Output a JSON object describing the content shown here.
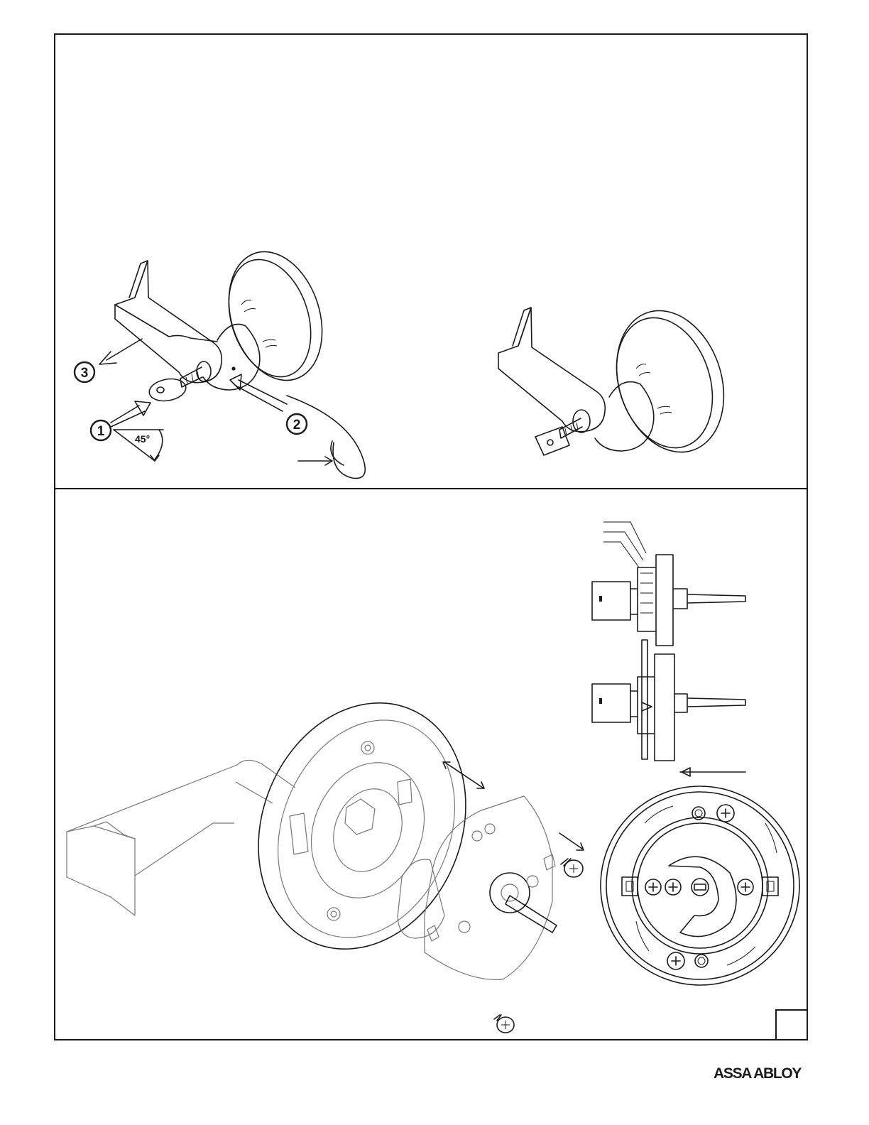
{
  "callouts": {
    "step1": "1",
    "step2": "2",
    "step3": "3",
    "angle": "45°"
  },
  "footer": {
    "brand": "ASSA ABLOY"
  }
}
